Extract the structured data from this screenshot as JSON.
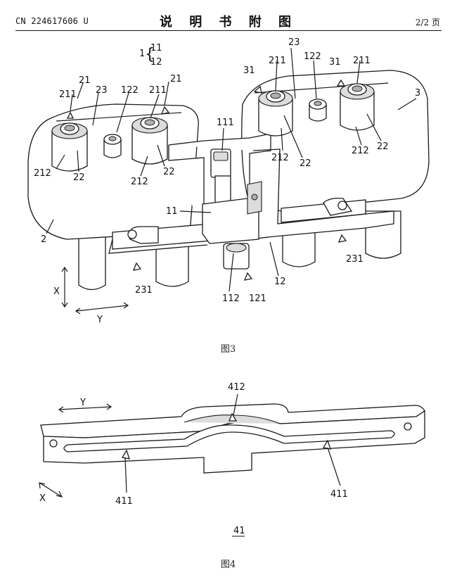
{
  "header": {
    "publication_number": "CN 224617606 U",
    "title": "说 明 书 附 图",
    "page": "2/2 页"
  },
  "figure3": {
    "caption": "图3",
    "group_label": "1",
    "group_members": [
      "11",
      "12"
    ],
    "axis_x": "X",
    "axis_y": "Y",
    "labels": {
      "l2": "2",
      "l3": "3",
      "l11": "11",
      "l12": "12",
      "l21a": "21",
      "l21b": "21",
      "l22a": "22",
      "l22b": "22",
      "l22c": "22",
      "l22d": "22",
      "l23a": "23",
      "l23b": "23",
      "l31a": "31",
      "l31b": "31",
      "l111": "111",
      "l112": "112",
      "l121": "121",
      "l122a": "122",
      "l122b": "122",
      "l211a": "211",
      "l211b": "211",
      "l211c": "211",
      "l211d": "211",
      "l212a": "212",
      "l212b": "212",
      "l212c": "212",
      "l212d": "212",
      "l231a": "231",
      "l231b": "231"
    }
  },
  "figure4": {
    "caption": "图4",
    "part_number": "41",
    "axis_x": "X",
    "axis_y": "Y",
    "labels": {
      "l412": "412",
      "l411a": "411",
      "l411b": "411"
    }
  }
}
